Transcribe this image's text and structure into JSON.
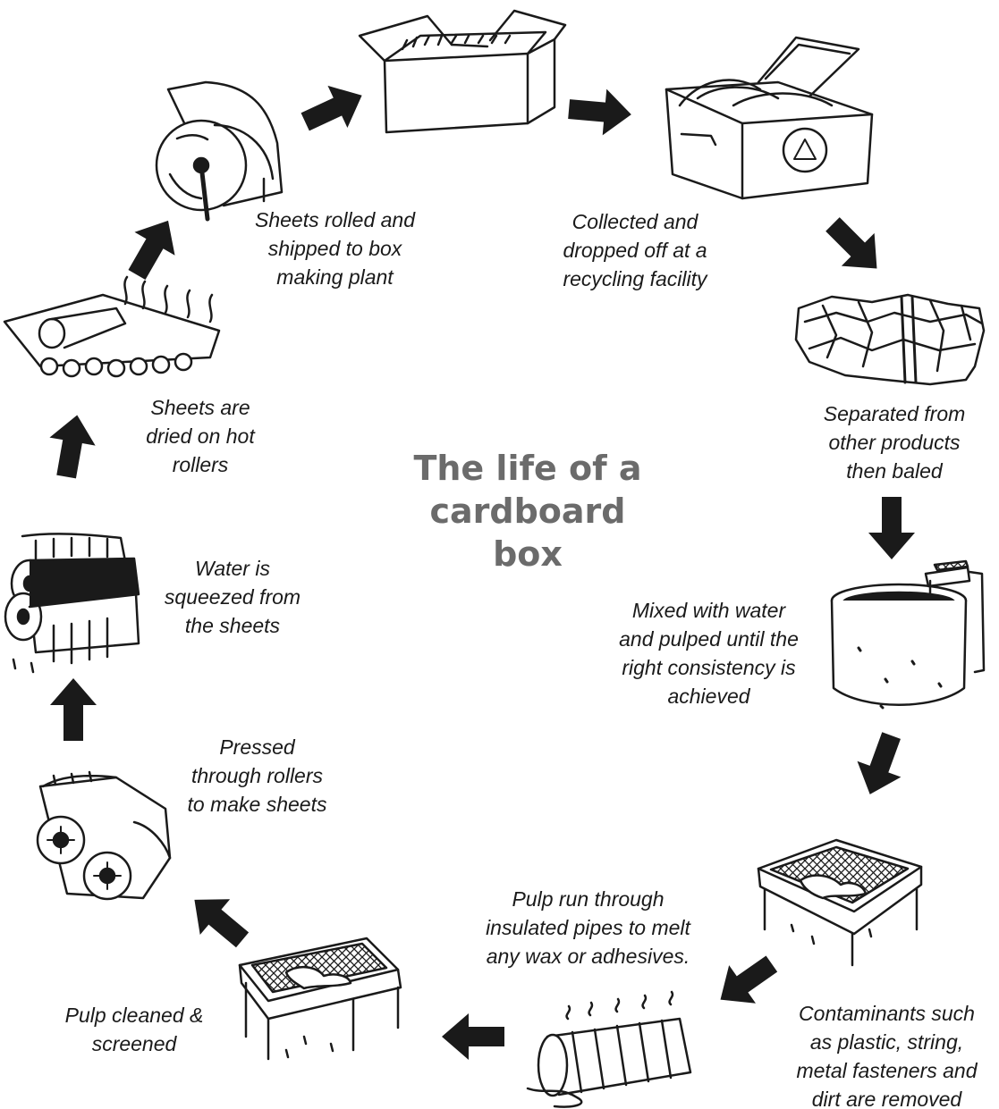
{
  "title": [
    "The life of a",
    "cardboard",
    "box"
  ],
  "steps": [
    {
      "icon": "cardboard-box-icon",
      "lines": []
    },
    {
      "icon": "recycling-bin-icon",
      "lines": [
        "Collected and",
        "dropped off at a",
        "recycling facility"
      ]
    },
    {
      "icon": "bale-icon",
      "lines": [
        "Separated from",
        "other products",
        "then baled"
      ]
    },
    {
      "icon": "water-tank-icon",
      "lines": [
        "Mixed with water",
        "and pulped until the",
        "right consistency is",
        "achieved"
      ]
    },
    {
      "icon": "screen-table-icon",
      "lines": [
        "Contaminants such",
        "as plastic, string,",
        "metal fasteners and",
        "dirt are removed"
      ]
    },
    {
      "icon": "insulated-pipe-icon",
      "lines": [
        "Pulp run through",
        "insulated pipes to melt",
        "any wax or adhesives."
      ]
    },
    {
      "icon": "screen-table-icon",
      "lines": [
        "Pulp cleaned &",
        "screened"
      ]
    },
    {
      "icon": "press-rollers-icon",
      "lines": [
        "Pressed",
        "through rollers",
        "to make sheets"
      ]
    },
    {
      "icon": "wringer-rollers-icon",
      "lines": [
        "Water is",
        "squeezed from",
        "the sheets"
      ]
    },
    {
      "icon": "hot-rollers-icon",
      "lines": [
        "Sheets are",
        "dried on hot",
        "rollers"
      ]
    },
    {
      "icon": "paper-roll-icon",
      "lines": [
        "Sheets rolled and",
        "shipped to box",
        "making plant"
      ]
    }
  ],
  "colors": {
    "ink": "#1a1a1a",
    "title": "#6b6b6b"
  }
}
